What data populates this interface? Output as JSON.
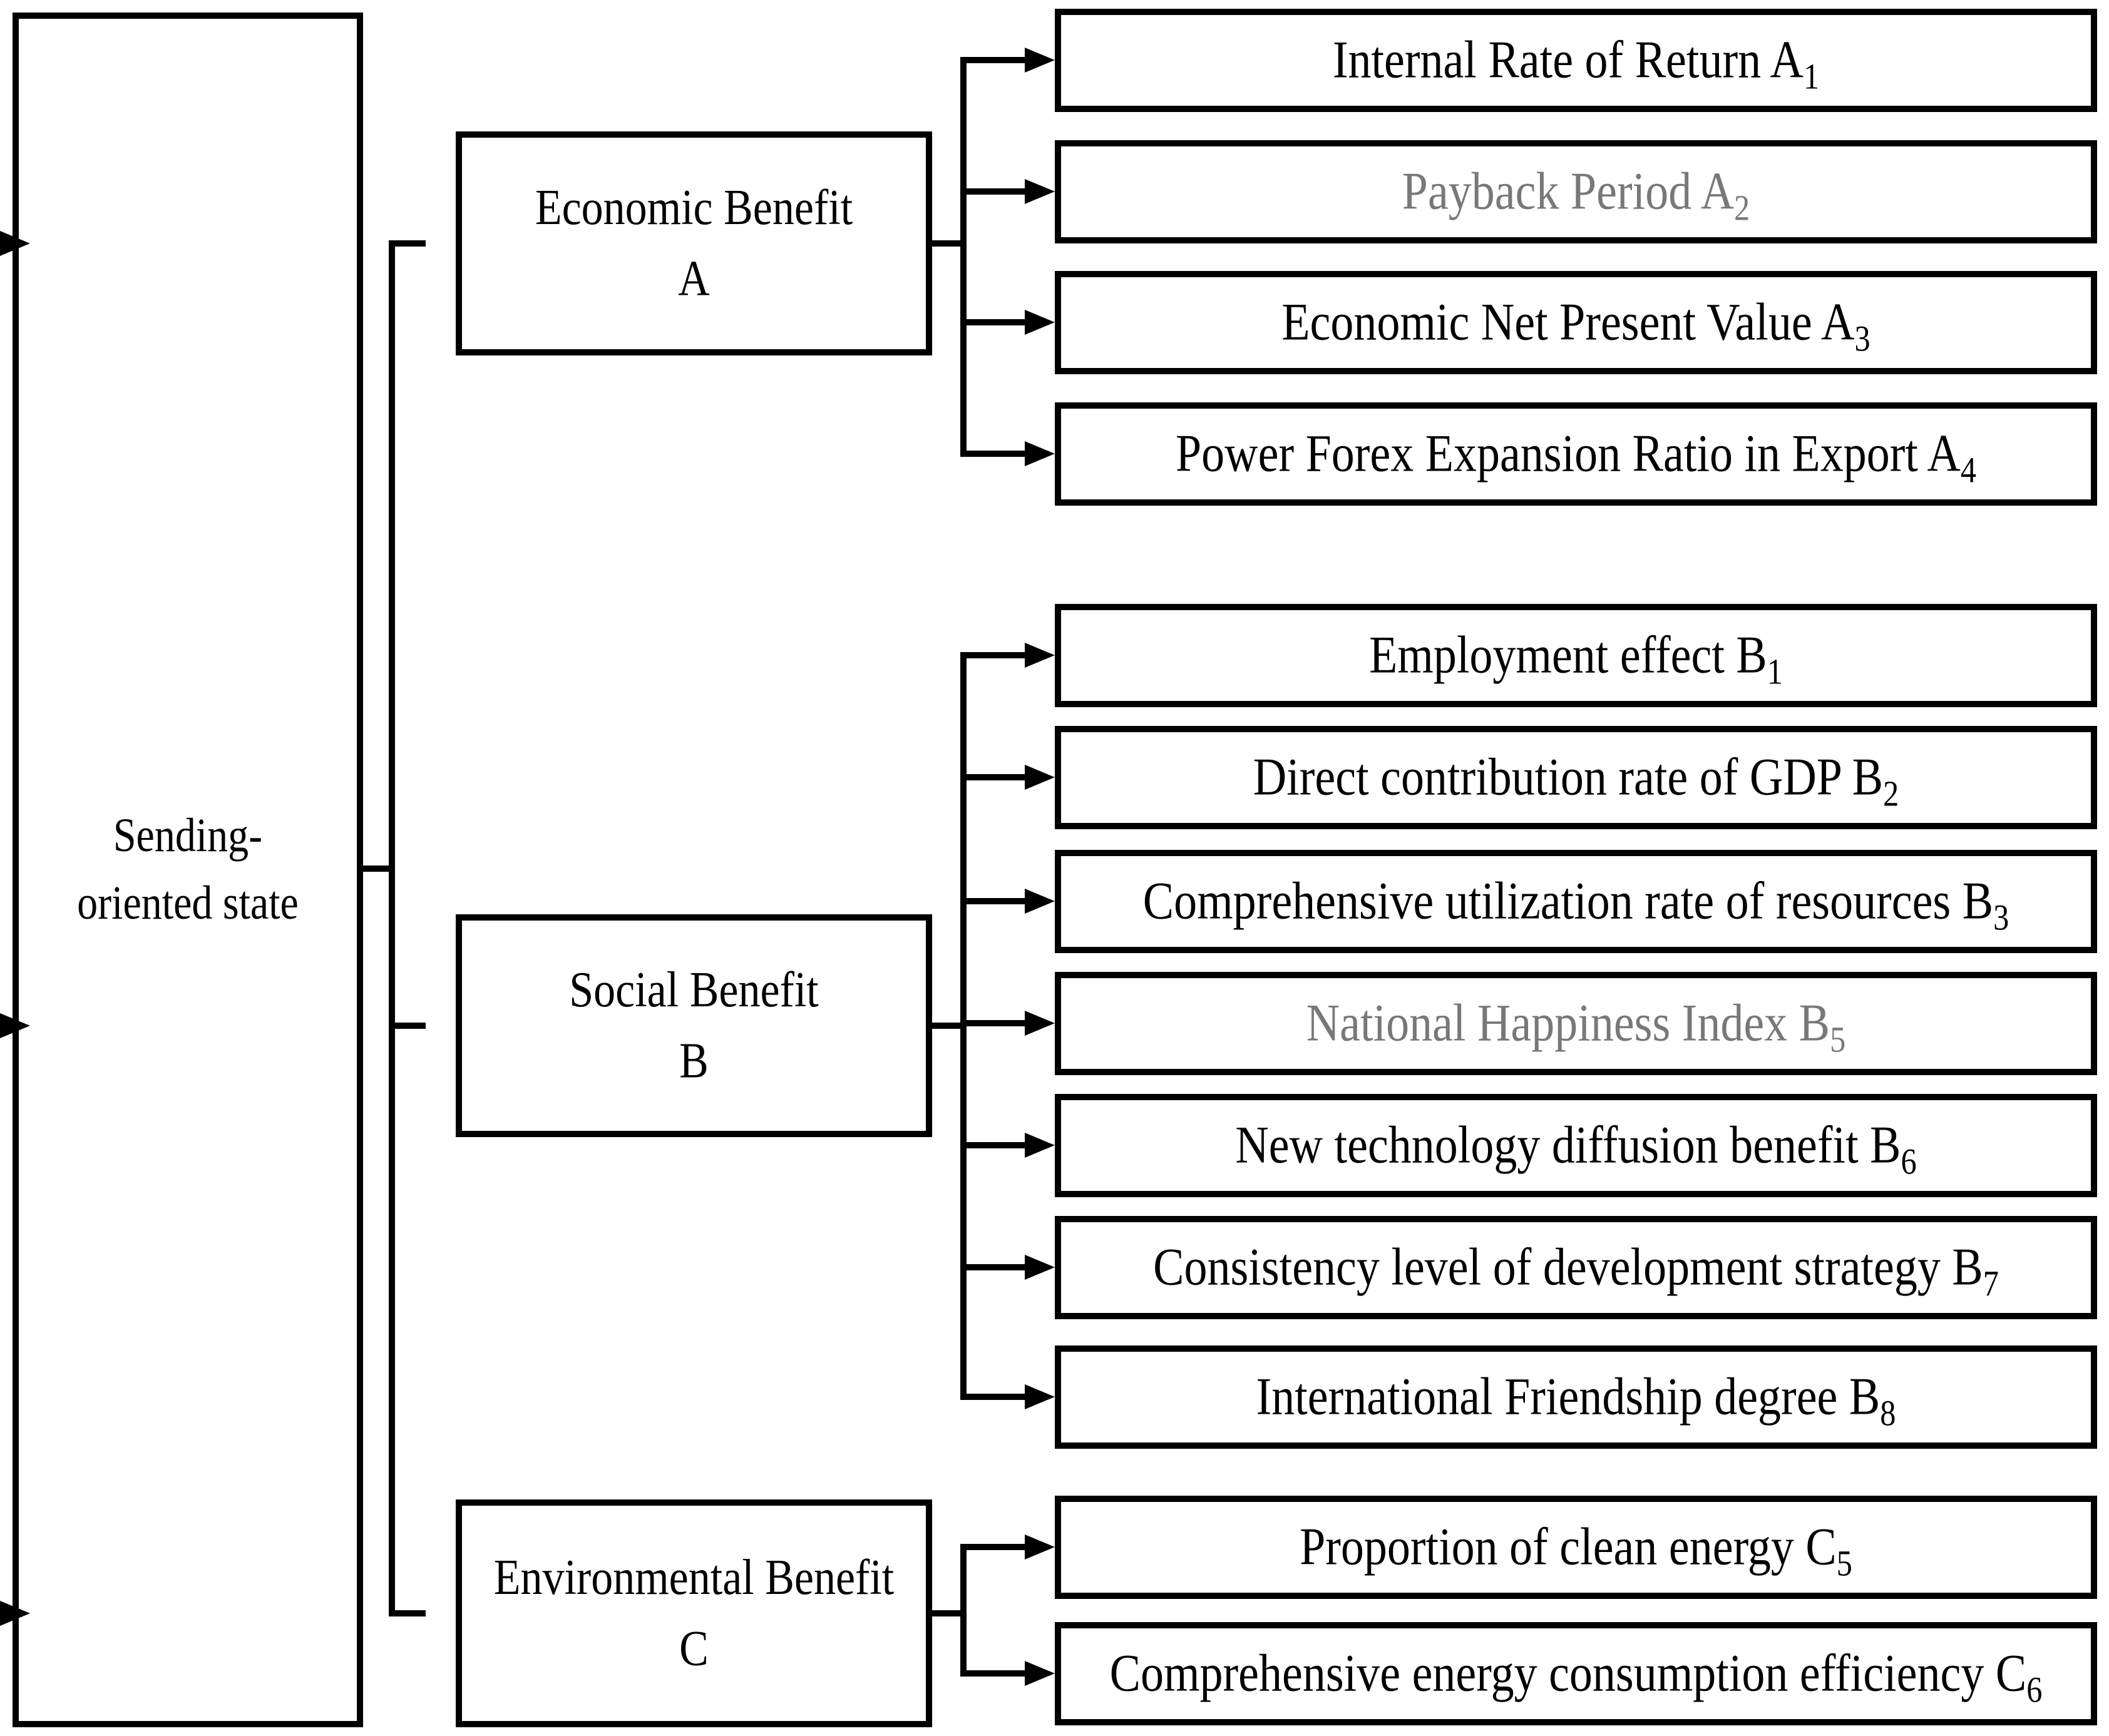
{
  "diagram": {
    "root": {
      "line1": "Sending-",
      "line2": "oriented state"
    },
    "categories": [
      {
        "line1": "Economic Benefit",
        "line2": "A",
        "children": [
          {
            "text": "Internal Rate of Return A",
            "sub": "1",
            "muted": false
          },
          {
            "text": "Payback Period A",
            "sub": "2",
            "muted": true
          },
          {
            "text": "Economic Net Present Value A",
            "sub": "3",
            "muted": false
          },
          {
            "text": "Power Forex Expansion Ratio in Export A",
            "sub": "4",
            "muted": false
          }
        ]
      },
      {
        "line1": "Social Benefit",
        "line2": "B",
        "children": [
          {
            "text": "Employment effect B",
            "sub": "1",
            "muted": false
          },
          {
            "text": "Direct contribution rate of GDP B",
            "sub": "2",
            "muted": false
          },
          {
            "text": "Comprehensive utilization rate of resources B",
            "sub": "3",
            "muted": false
          },
          {
            "text": "National Happiness Index B",
            "sub": "5",
            "muted": true
          },
          {
            "text": "New technology diffusion benefit B",
            "sub": "6",
            "muted": false
          },
          {
            "text": "Consistency level of development strategy B",
            "sub": "7",
            "muted": false
          },
          {
            "text": "International Friendship degree B",
            "sub": "8",
            "muted": false
          }
        ]
      },
      {
        "line1": "Environmental Benefit",
        "line2": "C",
        "children": [
          {
            "text": "Proportion of clean energy C",
            "sub": "5",
            "muted": false
          },
          {
            "text": "Comprehensive energy consumption efficiency C",
            "sub": "6",
            "muted": false
          }
        ]
      }
    ],
    "colors": {
      "line": "#000000",
      "text": "#000000",
      "muted_text": "#787878",
      "background": "#ffffff"
    }
  }
}
